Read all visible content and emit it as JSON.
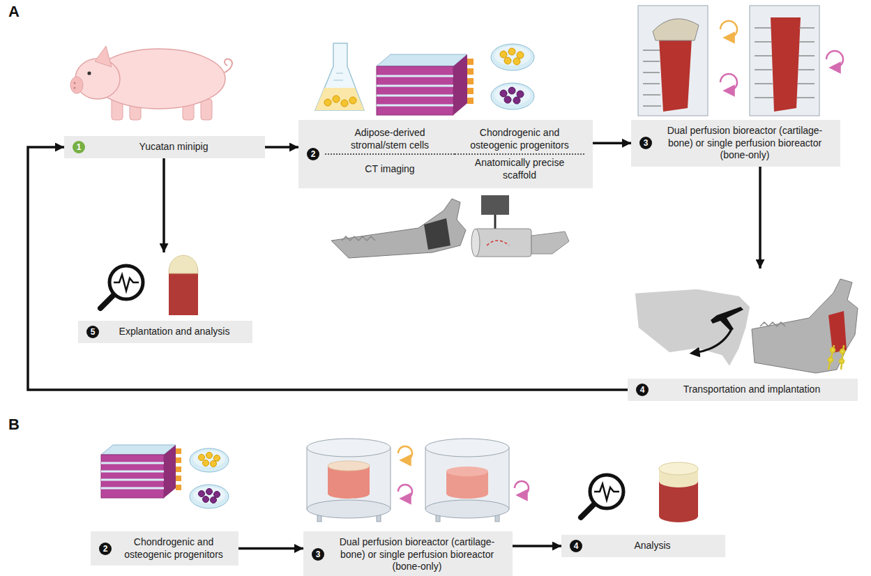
{
  "diagram": {
    "nodes": [
      {
        "text": [
          "1",
          "Yucatan minipig"
        ]
      },
      {
        "text": [
          "2",
          "Adipose-derived stromal/stem cells",
          "Chondrogenic and osteogenic progenitors",
          "CT imaging",
          "Anatomically precise scaffold"
        ]
      },
      {
        "text": [
          "3",
          "Dual perfusion bioreactor (cartilage-bone) or single perfusion bioreactor (bone-only)"
        ]
      },
      {
        "text": [
          "4",
          "Transportation and implantation"
        ]
      },
      {
        "text": [
          "5",
          "Explantation and analysis"
        ]
      },
      {
        "text": [
          "2",
          "Chondrogenic and osteogenic progenitors"
        ]
      },
      {
        "text": [
          "3",
          "Dual perfusion bioreactor (cartilage-bone) or single perfusion bioreactor (bone-only)"
        ]
      },
      {
        "text": [
          "4",
          "Analysis"
        ]
      }
    ],
    "edges": [
      {
        "from": 0,
        "to": 1,
        "arrow": "to"
      },
      {
        "from": 1,
        "to": 2,
        "arrow": "to"
      },
      {
        "from": 2,
        "to": 3,
        "arrow": "to"
      },
      {
        "from": 3,
        "to": 0,
        "arrow": "to"
      },
      {
        "from": 0,
        "to": 4,
        "arrow": "to"
      },
      {
        "from": 5,
        "to": 6,
        "arrow": "to"
      },
      {
        "from": 6,
        "to": 7,
        "arrow": "to"
      }
    ],
    "labels": [
      "A",
      "B"
    ]
  }
}
